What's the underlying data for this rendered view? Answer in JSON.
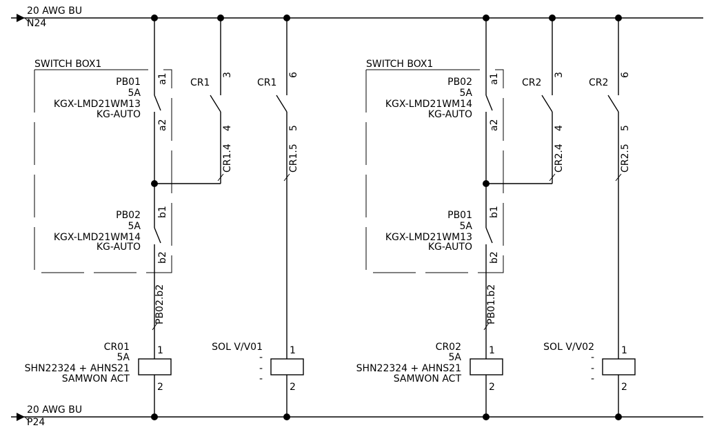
{
  "rails": {
    "top_wire": "20 AWG BU",
    "top_net": "N24",
    "bottom_wire": "20 AWG BU",
    "bottom_net": "P24"
  },
  "circuits": [
    {
      "box_label": "SWITCH BOX1",
      "switch_a": {
        "name": "PB01",
        "rating": "5A",
        "part": "KGX-LMD21WM13",
        "brand": "KG-AUTO",
        "t_top": "a1",
        "t_bot": "a2"
      },
      "switch_b": {
        "name": "PB02",
        "rating": "5A",
        "part": "KGX-LMD21WM14",
        "brand": "KG-AUTO",
        "t_top": "b1",
        "t_bot": "b2"
      },
      "contact_hold": {
        "name": "CR1",
        "t_top": "3",
        "t_bot": "4",
        "wire": "CR1.4"
      },
      "contact_sol": {
        "name": "CR1",
        "t_top": "6",
        "t_bot": "5",
        "wire": "CR1.5"
      },
      "series_wire": "PB02.b2",
      "coil": {
        "name": "CR01",
        "rating": "5A",
        "part": "SHN22324 + AHNS21",
        "brand": "SAMWON  ACT",
        "t_top": "1",
        "t_bot": "2"
      },
      "sol": {
        "name": "SOL V/V01",
        "l2": "-",
        "l3": "-",
        "l4": "-",
        "t_top": "1",
        "t_bot": "2"
      }
    },
    {
      "box_label": "SWITCH BOX1",
      "switch_a": {
        "name": "PB02",
        "rating": "5A",
        "part": "KGX-LMD21WM14",
        "brand": "KG-AUTO",
        "t_top": "a1",
        "t_bot": "a2"
      },
      "switch_b": {
        "name": "PB01",
        "rating": "5A",
        "part": "KGX-LMD21WM13",
        "brand": "KG-AUTO",
        "t_top": "b1",
        "t_bot": "b2"
      },
      "contact_hold": {
        "name": "CR2",
        "t_top": "3",
        "t_bot": "4",
        "wire": "CR2.4"
      },
      "contact_sol": {
        "name": "CR2",
        "t_top": "6",
        "t_bot": "5",
        "wire": "CR2.5"
      },
      "series_wire": "PB01.b2",
      "coil": {
        "name": "CR02",
        "rating": "5A",
        "part": "SHN22324 + AHNS21",
        "brand": "SAMWON  ACT",
        "t_top": "1",
        "t_bot": "2"
      },
      "sol": {
        "name": "SOL V/V02",
        "l2": "-",
        "l3": "-",
        "l4": "-",
        "t_top": "1",
        "t_bot": "2"
      }
    }
  ]
}
